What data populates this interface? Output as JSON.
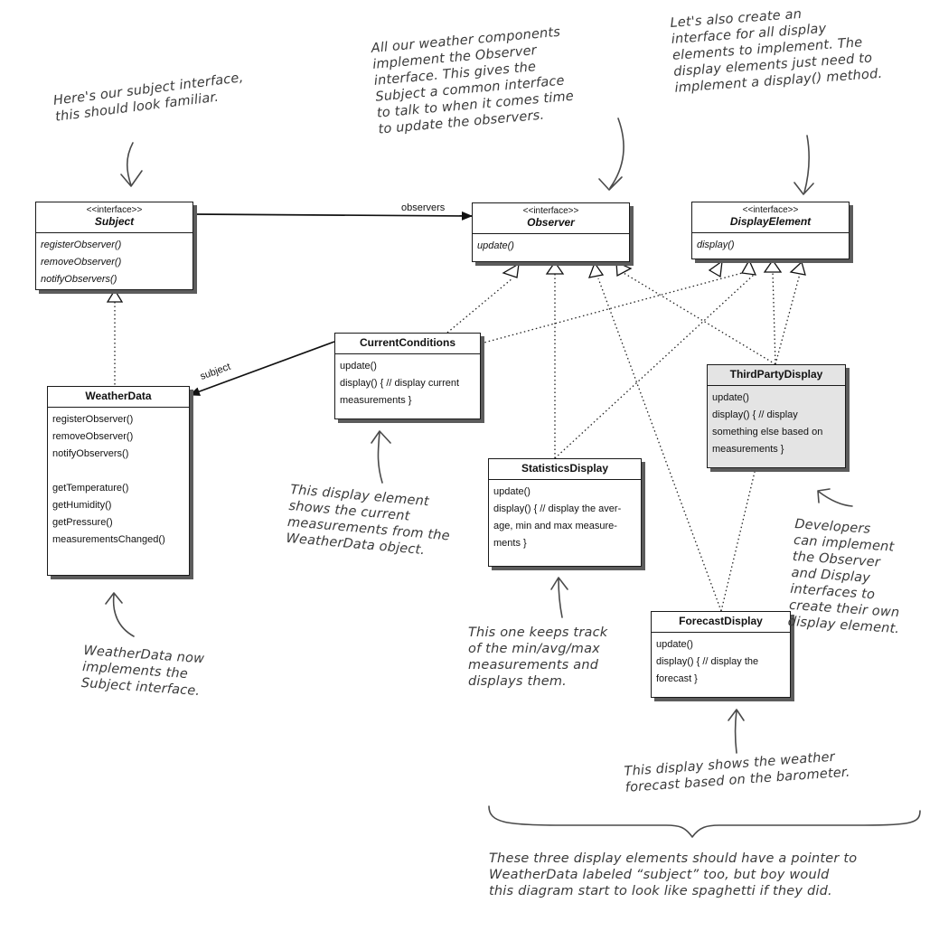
{
  "uml": {
    "subject": {
      "stereotype": "<<interface>>",
      "name": "Subject",
      "methods": [
        "registerObserver()",
        "removeObserver()",
        "notifyObservers()"
      ]
    },
    "observer": {
      "stereotype": "<<interface>>",
      "name": "Observer",
      "methods": [
        "update()"
      ]
    },
    "display_element": {
      "stereotype": "<<interface>>",
      "name": "DisplayElement",
      "methods": [
        "display()"
      ]
    },
    "weather_data": {
      "name": "WeatherData",
      "methods": [
        "registerObserver()",
        "removeObserver()",
        "notifyObservers()",
        "getTemperature()",
        "getHumidity()",
        "getPressure()",
        "measurementsChanged()"
      ]
    },
    "current_conditions": {
      "name": "CurrentConditions",
      "methods": [
        "update()",
        "display() { // display current measurements }"
      ]
    },
    "third_party_display": {
      "name": "ThirdPartyDisplay",
      "methods": [
        "update()",
        "display() { // display something else based on measurements }"
      ]
    },
    "statistics_display": {
      "name": "StatisticsDisplay",
      "methods": [
        "update()",
        "display() { // display the aver- age, min and max measure- ments }"
      ]
    },
    "forecast_display": {
      "name": "ForecastDisplay",
      "methods": [
        "update()",
        "display() { // display the forecast }"
      ]
    }
  },
  "relations": {
    "observers_label": "observers",
    "subject_label": "subject"
  },
  "notes": {
    "subject_note": "Here's our subject interface,\nthis should look familiar.",
    "observer_note": "All our weather components\nimplement the Observer\ninterface. This gives the\nSubject a common interface\nto talk to when it comes time\nto update the observers.",
    "display_note": "Let's also create an\ninterface for all display\nelements to implement. The\ndisplay elements just need to\nimplement a display() method.",
    "current_note": "This display element\nshows the current\nmeasurements from the\nWeatherData object.",
    "weather_note": "WeatherData now\nimplements the\nSubject interface.",
    "stats_note": "This one keeps track\nof the min/avg/max\nmeasurements and\ndisplays them.",
    "developers_note": "Developers\ncan implement\nthe Observer\nand Display\ninterfaces to\ncreate their own\ndisplay element.",
    "forecast_note": "This display shows the weather\nforecast based on the barometer.",
    "bottom_note": "These three display elements should have a pointer to\nWeatherData labeled “subject” too, but boy would\nthis diagram start to look like spaghetti if they did."
  }
}
